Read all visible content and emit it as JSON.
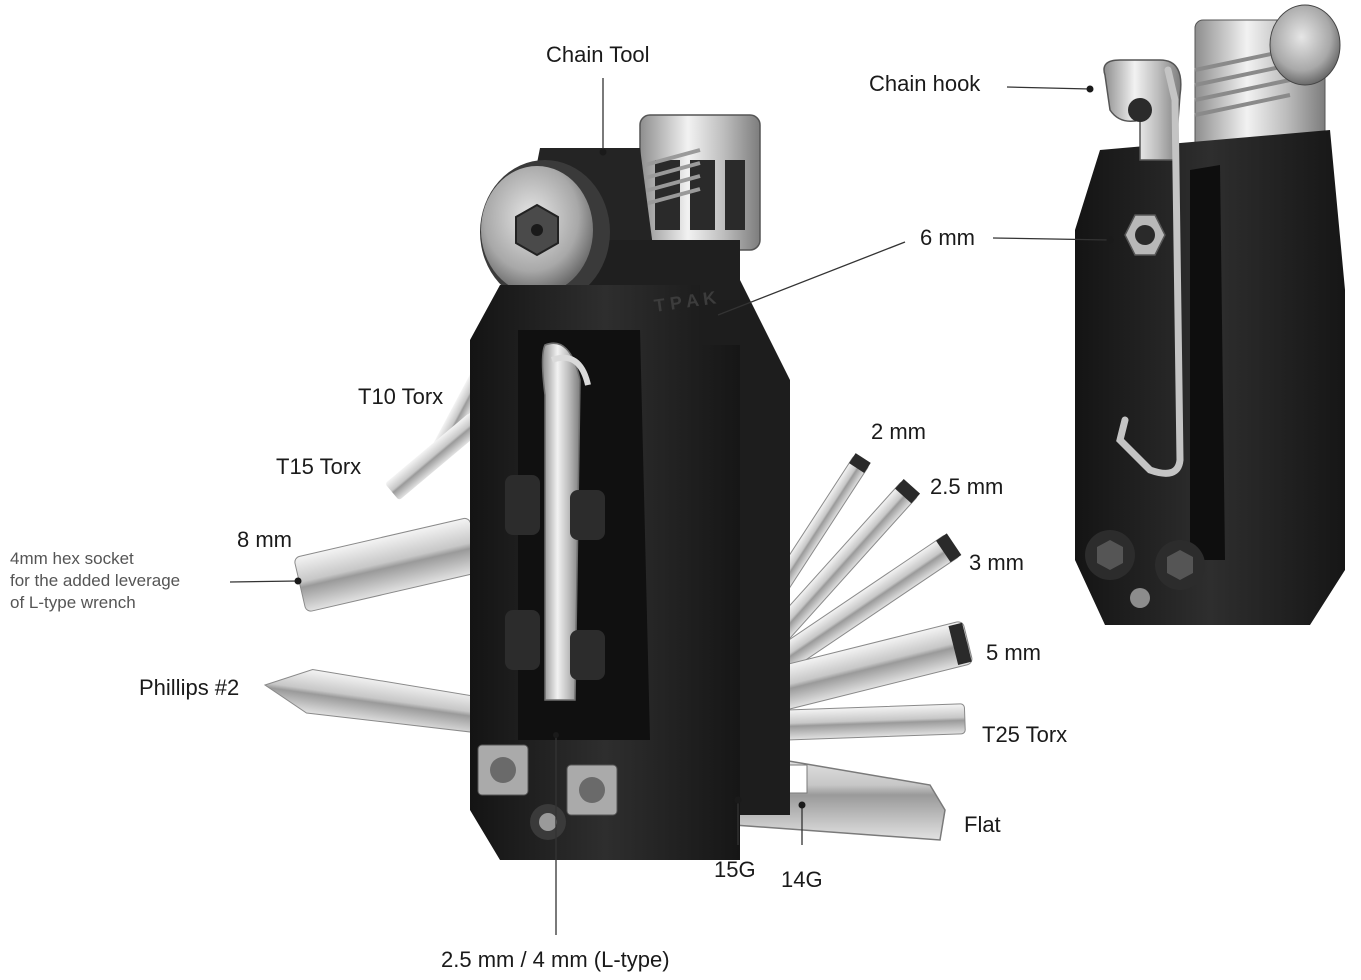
{
  "colors": {
    "background": "#ffffff",
    "body_black": "#1c1c1c",
    "body_dark": "#2b2b2b",
    "chrome": "#c9c9c9",
    "chrome_light": "#ececec",
    "chrome_dark": "#8c8c8c",
    "label": "#1a1a1a",
    "note": "#555555",
    "leader_line": "#333333"
  },
  "labels": {
    "chain_tool": "Chain Tool",
    "chain_hook": "Chain hook",
    "six_mm": "6 mm",
    "t10_torx": "T10 Torx",
    "t15_torx": "T15 Torx",
    "eight_mm": "8 mm",
    "phillips": "Phillips #2",
    "two_mm": "2 mm",
    "two_five_mm": "2.5 mm",
    "three_mm": "3 mm",
    "five_mm": "5 mm",
    "t25_torx": "T25 Torx",
    "flat": "Flat",
    "fifteen_g": "15G",
    "fourteen_g": "14G",
    "l_type": "2.5 mm / 4 mm (L-type)"
  },
  "note": {
    "line1": "4mm hex socket",
    "line2": "for the added leverage",
    "line3": "of L-type wrench"
  },
  "icons": {
    "main_tool": "multi-tool-front-illustration",
    "side_tool": "multi-tool-rear-illustration"
  }
}
